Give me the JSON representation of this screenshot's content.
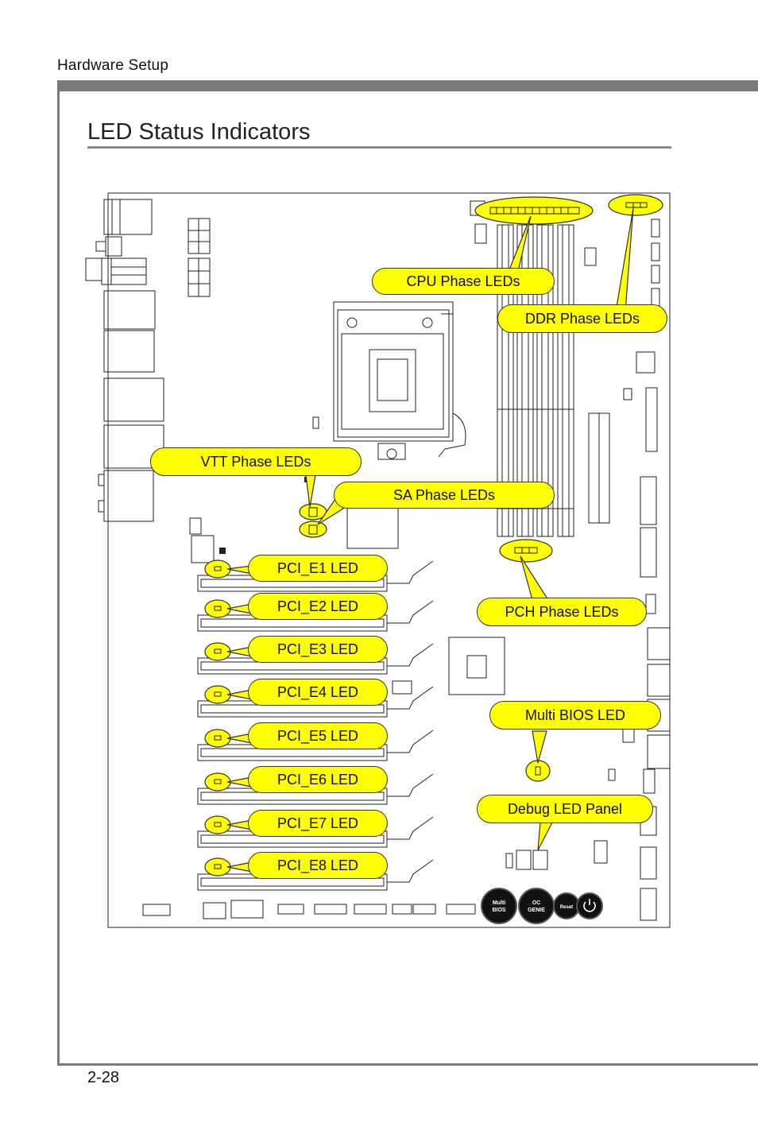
{
  "header": {
    "section": "Hardware Setup"
  },
  "page": {
    "title": "LED Status Indicators",
    "number": "2-28"
  },
  "callouts": {
    "cpu_phase": "CPU Phase LEDs",
    "ddr_phase": "DDR Phase LEDs",
    "vtt_phase": "VTT Phase LEDs",
    "sa_phase": "SA Phase LEDs",
    "pch_phase": "PCH Phase LEDs",
    "multi_bios": "Multi BIOS LED",
    "debug_panel": "Debug LED Panel",
    "pcie": [
      "PCI_E1 LED",
      "PCI_E2 LED",
      "PCI_E3 LED",
      "PCI_E4 LED",
      "PCI_E5 LED",
      "PCI_E6 LED",
      "PCI_E7 LED",
      "PCI_E8 LED"
    ]
  },
  "buttons": {
    "multi_bios": [
      "Multi",
      "BIOS"
    ],
    "oc_genie": [
      "OC",
      "GENIE"
    ],
    "reset": "Reset"
  },
  "colors": {
    "callout": "#ffff00",
    "rule": "#7a7a7a"
  }
}
